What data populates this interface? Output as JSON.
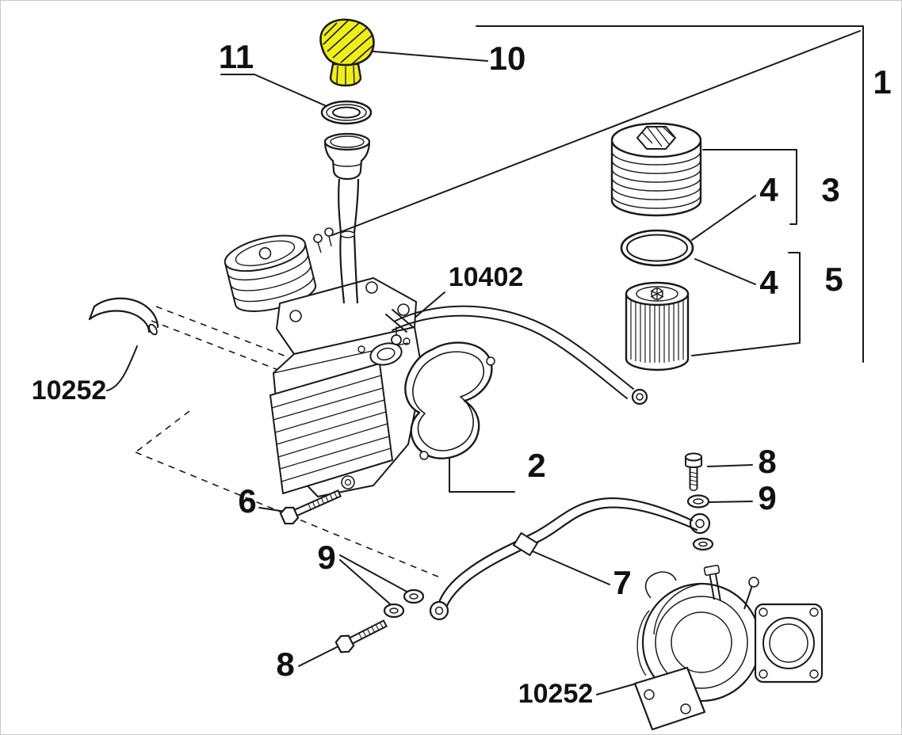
{
  "diagram": {
    "colors": {
      "background": "#ffffff",
      "line": "#1a1a1a",
      "highlight": "#f0ee17"
    },
    "callouts": {
      "c1": "1",
      "c2": "2",
      "c3": "3",
      "c4_upper": "4",
      "c4_lower": "4",
      "c5": "5",
      "c6": "6",
      "c7": "7",
      "c8_right": "8",
      "c8_left": "8",
      "c9_right": "9",
      "c9_left": "9",
      "c10": "10",
      "c11": "11",
      "ref_10402": "10402",
      "ref_10252_left": "10252",
      "ref_10252_bottom": "10252"
    }
  }
}
